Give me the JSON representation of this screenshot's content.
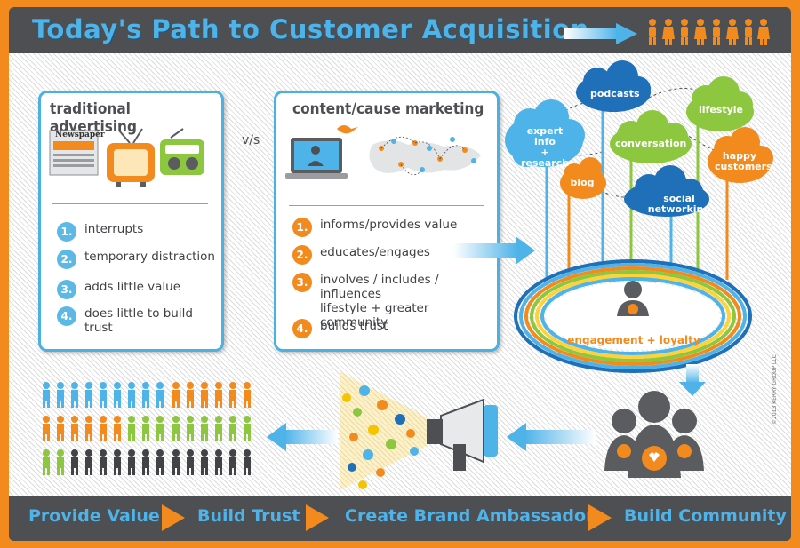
{
  "header": {
    "title": "Today's Path to Customer Acquisition"
  },
  "traditional": {
    "title": "traditional advertising",
    "newspaper_label": "Newspaper",
    "items": [
      {
        "num": "1.",
        "text": "interrupts"
      },
      {
        "num": "2.",
        "text": "temporary distraction"
      },
      {
        "num": "3.",
        "text": "adds little value"
      },
      {
        "num": "4.",
        "text": "does little to build trust"
      }
    ]
  },
  "vs_label": "v/s",
  "content": {
    "title": "content/cause marketing",
    "items": [
      {
        "num": "1.",
        "text": "informs/provides value"
      },
      {
        "num": "2.",
        "text": "educates/engages"
      },
      {
        "num": "3.",
        "text": "involves / includes / influences",
        "text2": "lifestyle + greater community"
      },
      {
        "num": "4.",
        "text": "builds trust"
      }
    ]
  },
  "clouds": {
    "podcasts": "podcasts",
    "lifestyle": "lifestyle",
    "expert_line1": "expert info",
    "expert_line2": "+",
    "expert_line3": "research",
    "conversation": "conversation",
    "happy_line1": "happy",
    "happy_line2": "customers",
    "blog": "blog",
    "social": "social networking"
  },
  "engagement_label": "engagement + loyalty",
  "copyright": "©2013 KERRY GROUP LLC",
  "footer": {
    "step1": "Provide Value",
    "step2": "Build Trust",
    "step3": "Create Brand Ambassadors",
    "step4": "Build Community"
  },
  "colors": {
    "accent_blue": "#4eb3e8",
    "accent_orange": "#f28a1e",
    "dark_gray": "#4d4f52",
    "green": "#8dc63f"
  }
}
